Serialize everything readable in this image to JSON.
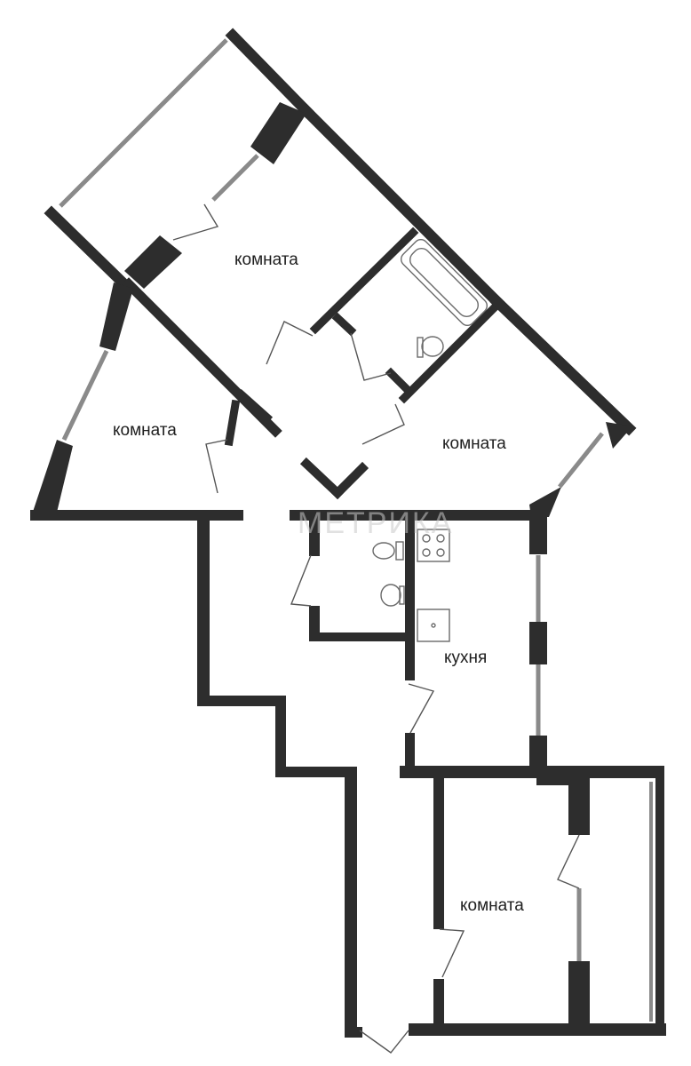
{
  "rooms": {
    "room_1": "комната",
    "room_2": "комната",
    "room_3": "комната",
    "room_4": "комната",
    "kitchen": "кухня"
  },
  "watermark": "МЕТРИКА",
  "colors": {
    "wall": "#2d2d2d",
    "window": "#8a8a8a",
    "background": "#ffffff"
  }
}
